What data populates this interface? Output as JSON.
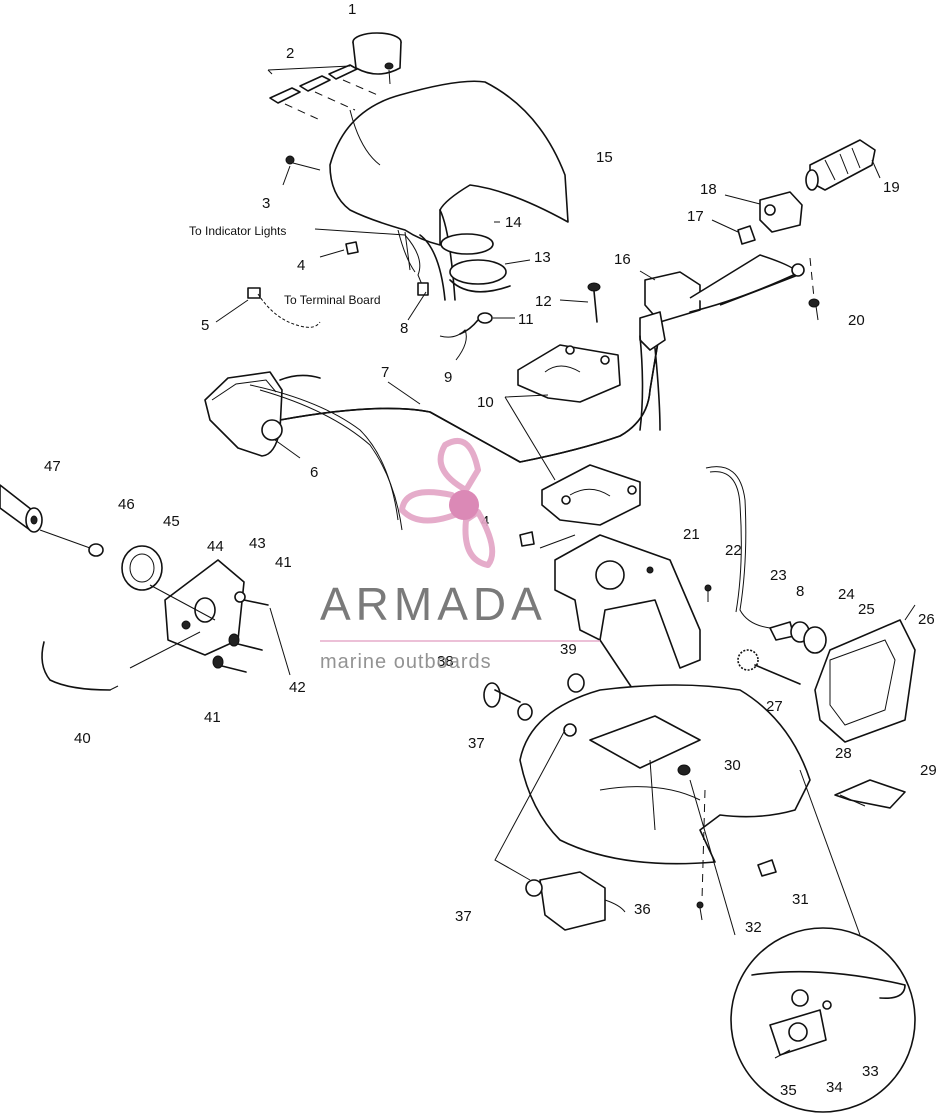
{
  "callouts": [
    {
      "n": "1"
    },
    {
      "n": "2"
    },
    {
      "n": "3"
    },
    {
      "n": "4"
    },
    {
      "n": "4"
    },
    {
      "n": "5"
    },
    {
      "n": "6"
    },
    {
      "n": "7"
    },
    {
      "n": "8"
    },
    {
      "n": "8"
    },
    {
      "n": "9"
    },
    {
      "n": "10"
    },
    {
      "n": "11"
    },
    {
      "n": "12"
    },
    {
      "n": "13"
    },
    {
      "n": "14"
    },
    {
      "n": "15"
    },
    {
      "n": "16"
    },
    {
      "n": "17"
    },
    {
      "n": "18"
    },
    {
      "n": "19"
    },
    {
      "n": "20"
    },
    {
      "n": "21"
    },
    {
      "n": "22"
    },
    {
      "n": "23"
    },
    {
      "n": "24"
    },
    {
      "n": "25"
    },
    {
      "n": "26"
    },
    {
      "n": "27"
    },
    {
      "n": "28"
    },
    {
      "n": "29"
    },
    {
      "n": "30"
    },
    {
      "n": "31"
    },
    {
      "n": "32"
    },
    {
      "n": "33"
    },
    {
      "n": "34"
    },
    {
      "n": "35"
    },
    {
      "n": "36"
    },
    {
      "n": "37"
    },
    {
      "n": "37"
    },
    {
      "n": "38"
    },
    {
      "n": "39"
    },
    {
      "n": "40"
    },
    {
      "n": "41"
    },
    {
      "n": "41"
    },
    {
      "n": "42"
    },
    {
      "n": "43"
    },
    {
      "n": "44"
    },
    {
      "n": "45"
    },
    {
      "n": "46"
    },
    {
      "n": "47"
    }
  ],
  "notes": {
    "indicator_lights": "To Indicator  Lights",
    "terminal_board": "To Terminal Board"
  },
  "watermark": {
    "brand": "ARMADA",
    "tagline": "marine outboards",
    "logo_color": "#e3a6c6",
    "logo_center_color": "#d97fb0",
    "text_color": "#6f6f6f"
  }
}
